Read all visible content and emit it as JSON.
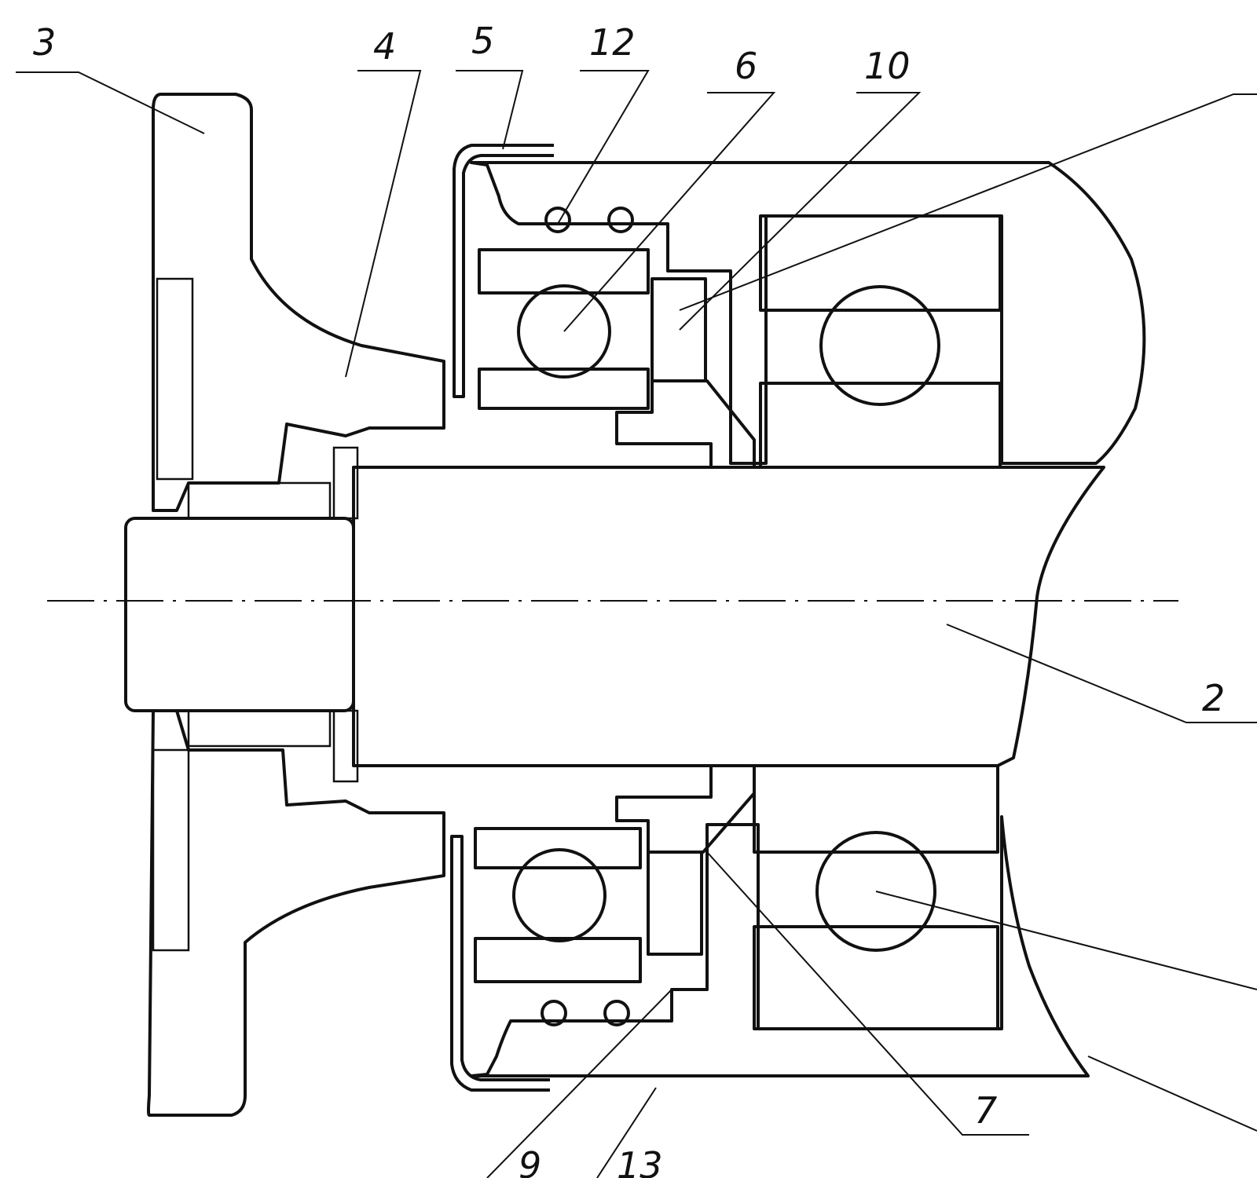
{
  "callouts": [
    {
      "id": "c3",
      "label": "3"
    },
    {
      "id": "c4",
      "label": "4"
    },
    {
      "id": "c5",
      "label": "5"
    },
    {
      "id": "c12",
      "label": "12"
    },
    {
      "id": "c6",
      "label": "6"
    },
    {
      "id": "c10",
      "label": "10"
    },
    {
      "id": "c2",
      "label": "2"
    },
    {
      "id": "c7",
      "label": "7"
    },
    {
      "id": "c9",
      "label": "9"
    },
    {
      "id": "c13",
      "label": "13"
    }
  ],
  "colors": {
    "ink": "#111111",
    "paper": "#ffffff"
  }
}
